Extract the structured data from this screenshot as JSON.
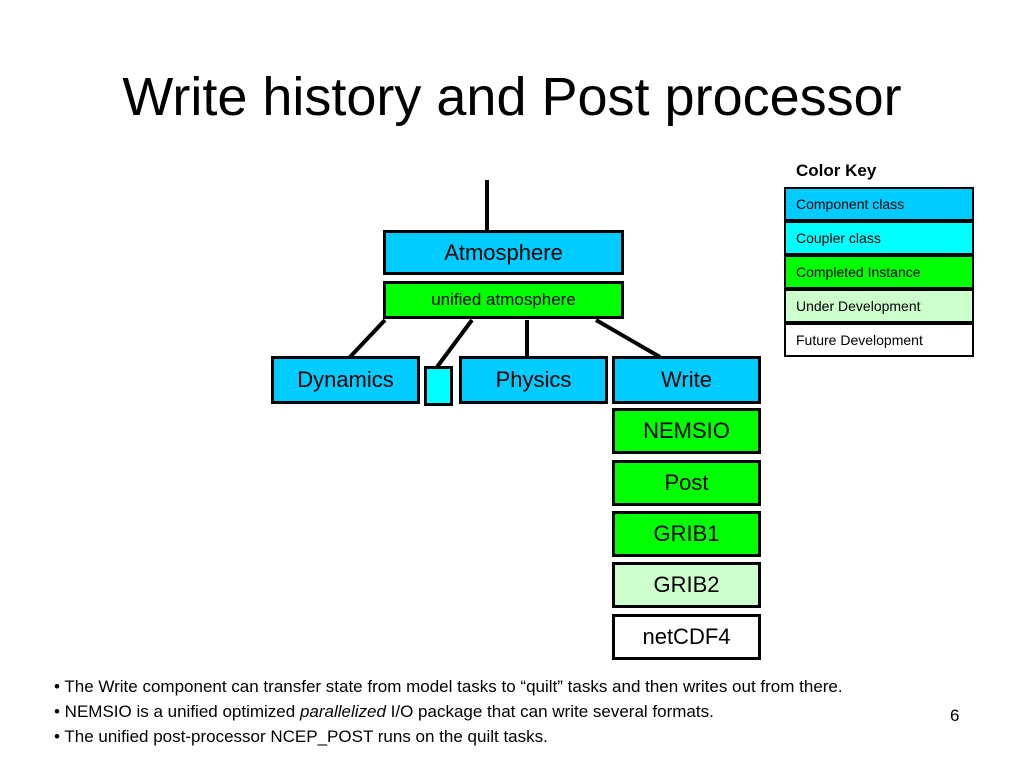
{
  "slide": {
    "title": "Write history and Post processor",
    "page_number": "6"
  },
  "diagram": {
    "atmosphere": "Atmosphere",
    "unified": "unified atmosphere",
    "dynamics": "Dynamics",
    "physics": "Physics",
    "write": "Write",
    "nemsio": "NEMSIO",
    "post": "Post",
    "grib1": "GRIB1",
    "grib2": "GRIB2",
    "netcdf4": "netCDF4"
  },
  "color_key": {
    "title": "Color Key",
    "items": [
      {
        "label": "Component class",
        "color": "#00ccff"
      },
      {
        "label": "Coupler class",
        "color": "#00ffff"
      },
      {
        "label": "Completed Instance",
        "color": "#00ff00"
      },
      {
        "label": "Under Development",
        "color": "#ccffcc"
      },
      {
        "label": "Future Development",
        "color": "#ffffff"
      }
    ]
  },
  "bullets": {
    "b1": "• The Write component can transfer state from model tasks to “quilt” tasks and then writes out from there.",
    "b2_pre": "• NEMSIO is a unified optimized ",
    "b2_em": "parallelized",
    "b2_post": " I/O package that can write several formats.",
    "b3": "• The unified post-processor NCEP_POST runs on the quilt tasks."
  }
}
